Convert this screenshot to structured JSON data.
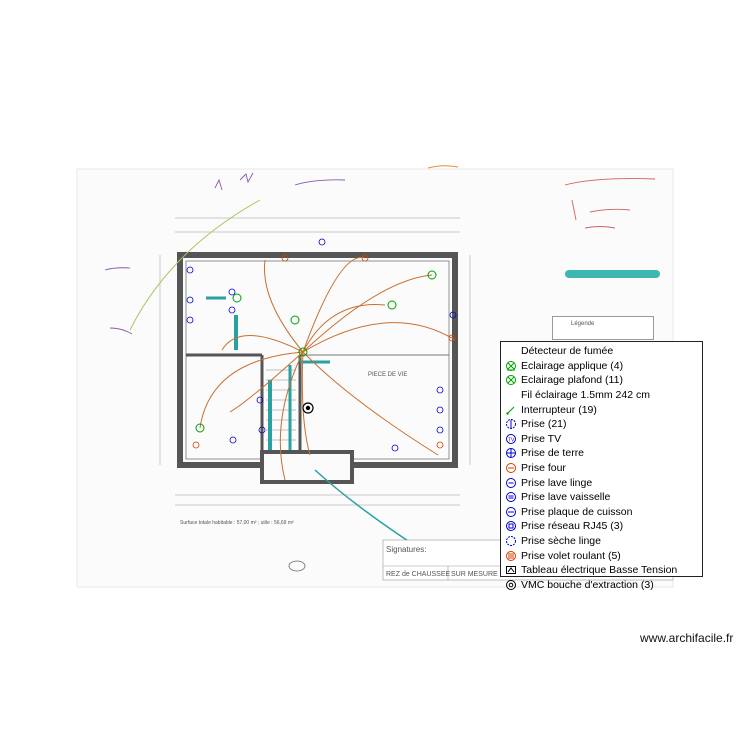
{
  "legend": {
    "items": [
      {
        "label": "Détecteur de fumée",
        "icon": "smoke-detector-icon",
        "color": "#000000"
      },
      {
        "label": "Eclairage applique (4)",
        "icon": "wall-light-icon",
        "color": "#00a000"
      },
      {
        "label": "Eclairage plafond (11)",
        "icon": "ceiling-light-icon",
        "color": "#00a000"
      },
      {
        "label": "Fil éclairage 1.5mm 242 cm",
        "icon": "wire-icon",
        "color": "#000000"
      },
      {
        "label": "Interrupteur (19)",
        "icon": "switch-icon",
        "color": "#00a000"
      },
      {
        "label": "Prise (21)",
        "icon": "outlet-icon",
        "color": "#0000cc"
      },
      {
        "label": "Prise TV",
        "icon": "tv-outlet-icon",
        "color": "#0000cc"
      },
      {
        "label": "Prise de terre",
        "icon": "ground-outlet-icon",
        "color": "#0000cc"
      },
      {
        "label": "Prise four",
        "icon": "oven-outlet-icon",
        "color": "#d04000"
      },
      {
        "label": "Prise lave linge",
        "icon": "washer-outlet-icon",
        "color": "#0000cc"
      },
      {
        "label": "Prise lave vaisselle",
        "icon": "dishwasher-outlet-icon",
        "color": "#0000cc"
      },
      {
        "label": "Prise plaque de cuisson",
        "icon": "cooktop-outlet-icon",
        "color": "#0000cc"
      },
      {
        "label": "Prise réseau RJ45 (3)",
        "icon": "rj45-outlet-icon",
        "color": "#0000cc"
      },
      {
        "label": "Prise sèche linge",
        "icon": "dryer-outlet-icon",
        "color": "#0000cc"
      },
      {
        "label": "Prise volet roulant (5)",
        "icon": "shutter-outlet-icon",
        "color": "#d04000"
      },
      {
        "label": "Tableau électrique Basse Tension",
        "icon": "electrical-panel-icon",
        "color": "#000000"
      },
      {
        "label": "VMC bouche d'extraction (3)",
        "icon": "vmc-icon",
        "color": "#000000"
      }
    ]
  },
  "plan": {
    "room_label": "PIECE DE VIE",
    "signatures_label": "Signatures:",
    "floor_label": "REZ de CHAUSSEE",
    "measure_label": "SUR MESURE",
    "legend_title": "Légende",
    "surface_text": "Surface totale habitable : 57,00 m²  ; utile : 56,69 m²"
  },
  "watermark": "www.archifacile.fr"
}
